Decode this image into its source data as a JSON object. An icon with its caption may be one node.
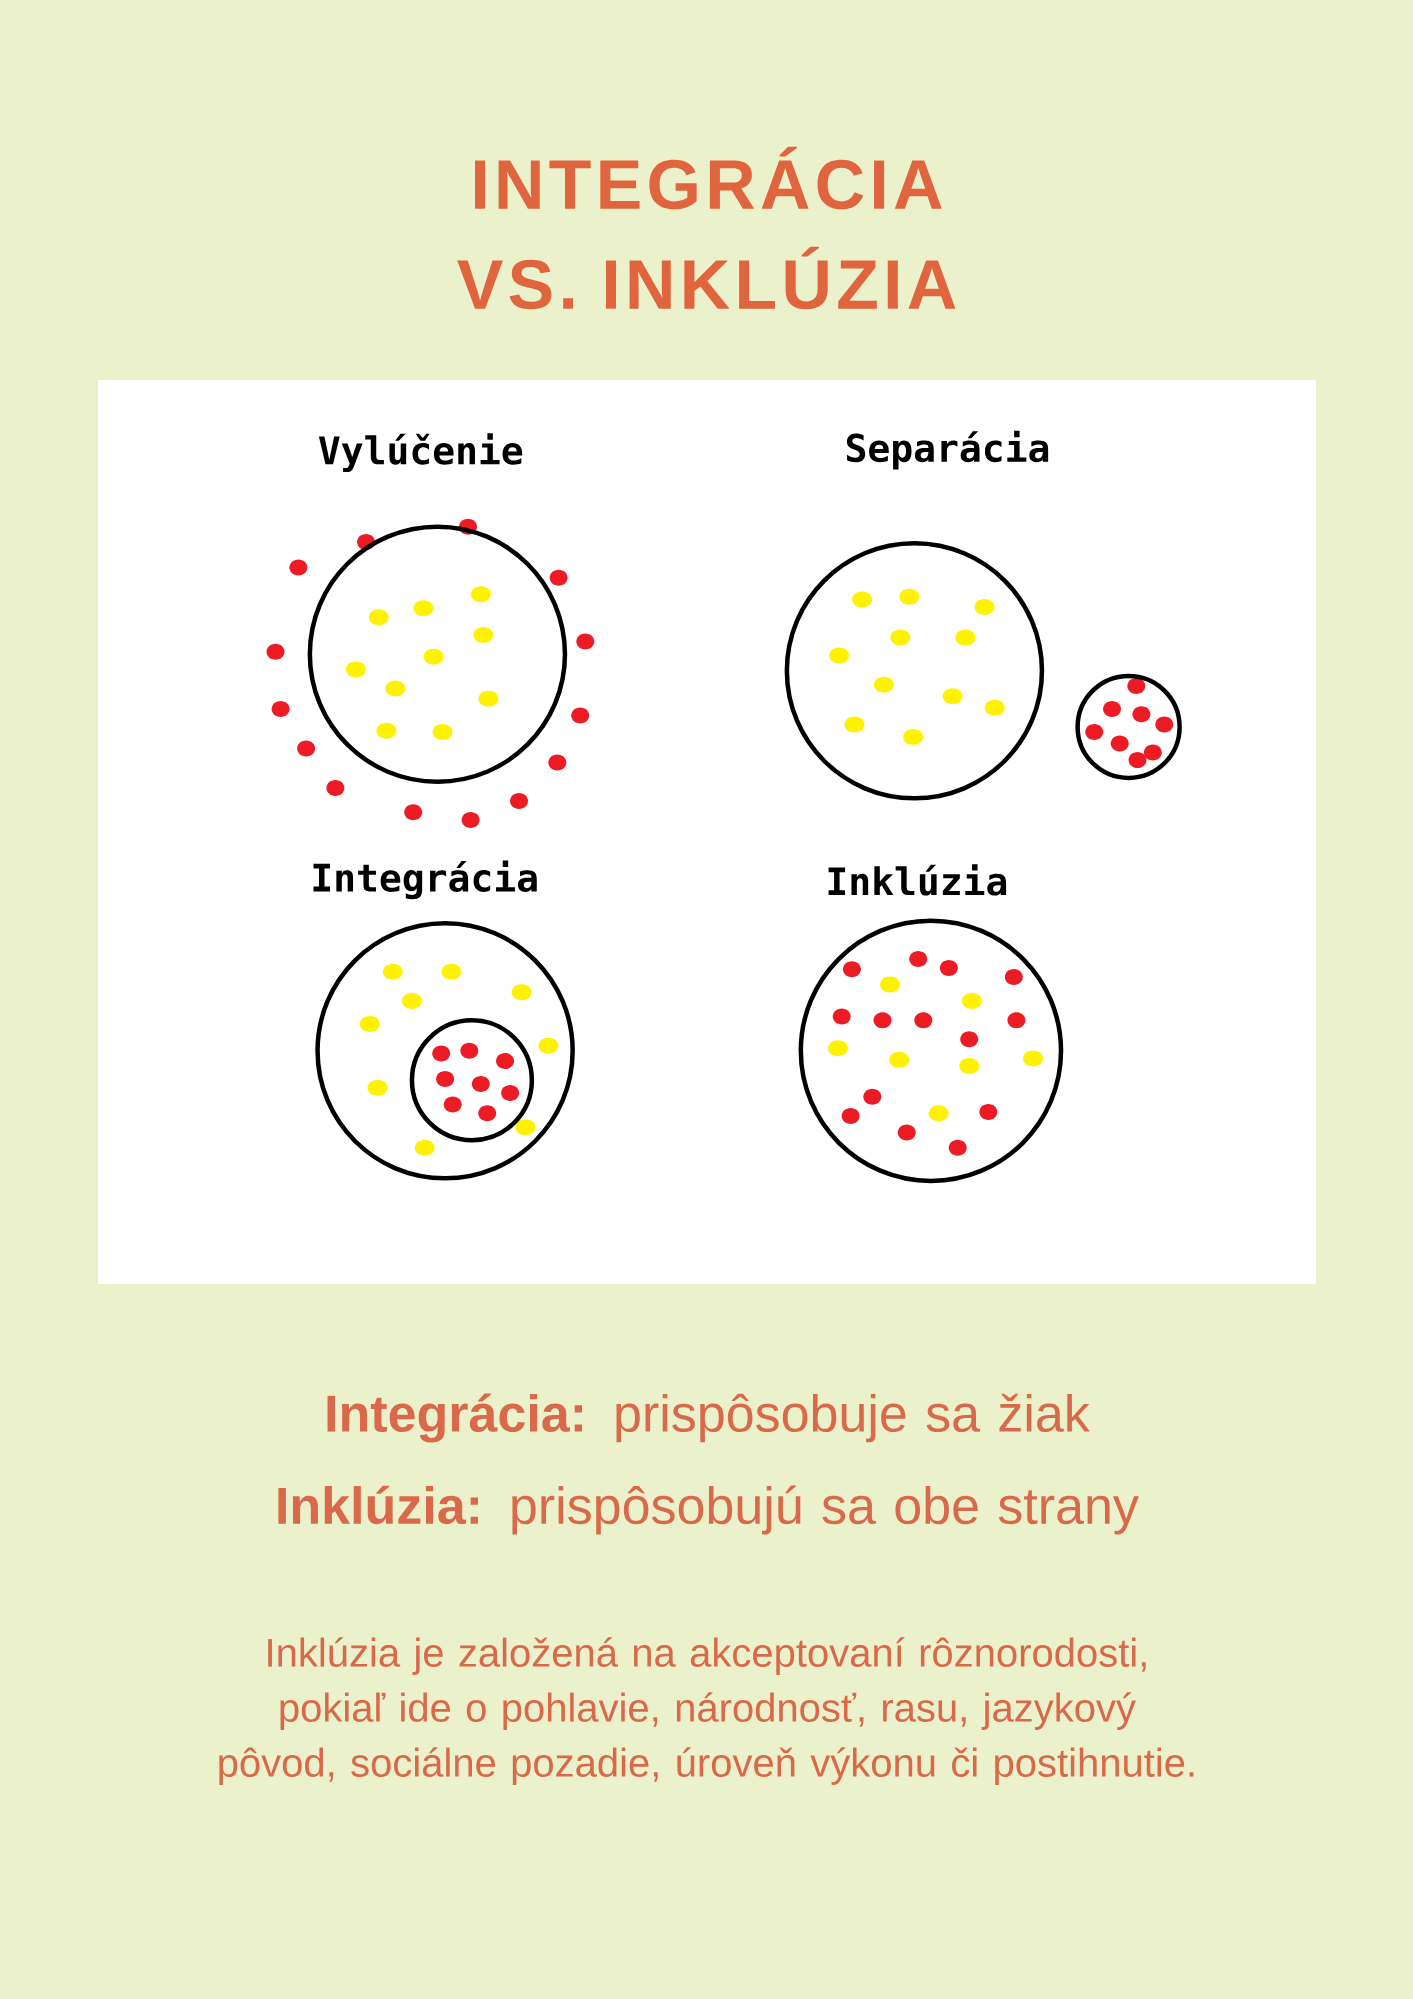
{
  "diagram": {
    "title": "INTEGRÁCIA VS. INKLÚZIA",
    "nodes": [
      {
        "text": [
          "Vylúčenie"
        ]
      },
      {
        "text": [
          "Separácia"
        ]
      },
      {
        "text": [],
        "shape": "circle"
      },
      {
        "text": [
          "Integrácia"
        ]
      },
      {
        "text": [],
        "shape": "circle",
        "in": 3
      },
      {
        "text": [
          "Inklúzia"
        ]
      }
    ],
    "labels": [
      "**Integrácia:** prispôsobuje sa žiak",
      "**Inklúzia:** prispôsobujú sa obe strany",
      "Inklúzia je založená na akceptovaní rôznorodosti, pokiaľ ide o pohlavie, národnosť, rasu, jazykový pôvod, sociálne pozadie, úroveň výkonu či postihnutie."
    ]
  }
}
